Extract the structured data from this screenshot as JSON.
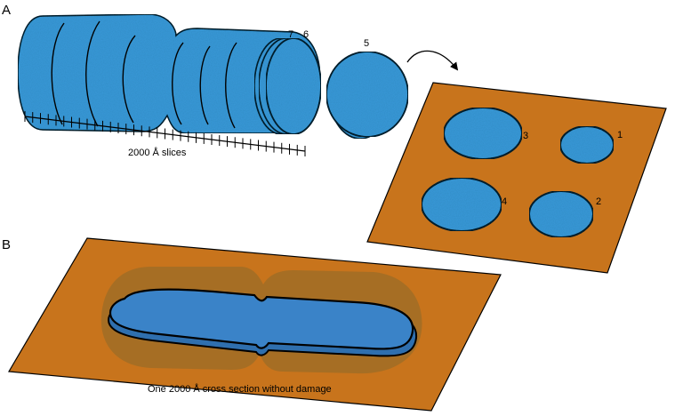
{
  "panels": {
    "a": {
      "label": "A",
      "scale_caption": "2000 Å slices",
      "slice_numbers": [
        "7",
        "6",
        "5"
      ],
      "section_numbers": [
        "3",
        "1",
        "4",
        "2"
      ]
    },
    "b": {
      "label": "B",
      "caption": "One 2000 Å cross section without damage"
    }
  },
  "colors": {
    "cell_blue": "#3a9ad9",
    "cell_dark_blue": "#2f6fae",
    "substrate_orange": "#c8741c",
    "outline": "#000000"
  }
}
